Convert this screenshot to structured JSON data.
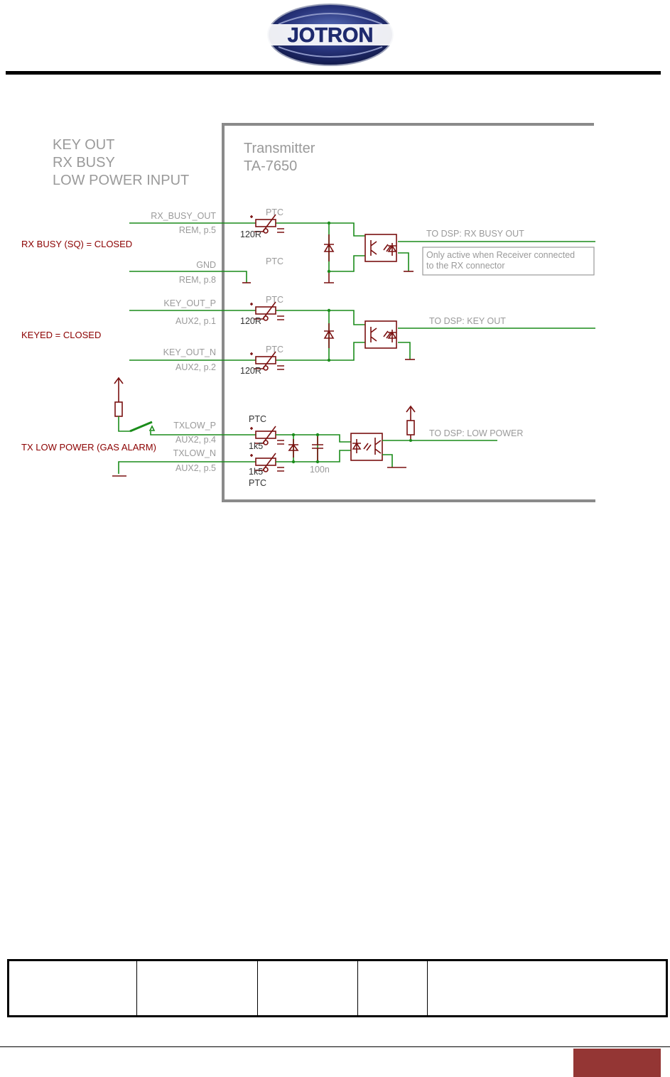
{
  "header": {
    "logo_text": "JOTRON"
  },
  "schematic": {
    "left_title": [
      "KEY OUT",
      "RX BUSY",
      "LOW POWER INPUT"
    ],
    "box_title": [
      "Transmitter",
      "TA-7650"
    ],
    "notes": {
      "rx_busy": "RX BUSY (SQ) = CLOSED",
      "keyed": "KEYED = CLOSED",
      "tx_low": "TX LOW POWER (GAS ALARM)"
    },
    "signals": {
      "rx_busy_out": "RX_BUSY_OUT",
      "rem_p5": "REM, p.5",
      "gnd": "GND",
      "rem_p8": "REM, p.8",
      "key_out_p": "KEY_OUT_P",
      "aux2_p1": "AUX2, p.1",
      "key_out_n": "KEY_OUT_N",
      "aux2_p2": "AUX2, p.2",
      "txlow_p": "TXLOW_P",
      "aux2_p4": "AUX2, p.4",
      "txlow_n": "TXLOW_N",
      "aux2_p5": "AUX2, p.5"
    },
    "components": {
      "ptc": "PTC",
      "r120": "120R",
      "r1k5": "1k5",
      "c100n": "100n"
    },
    "outputs": {
      "rx_busy": "TO DSP: RX BUSY OUT",
      "key_out": "TO DSP: KEY OUT",
      "low_power": "TO DSP: LOW POWER"
    },
    "note_box": [
      "Only active when Receiver connected",
      "to the RX connector"
    ]
  },
  "colors": {
    "wire": "#1a8c1a",
    "component": "#7a1010",
    "label_red": "#8b0000",
    "footer_accent": "#943634"
  }
}
